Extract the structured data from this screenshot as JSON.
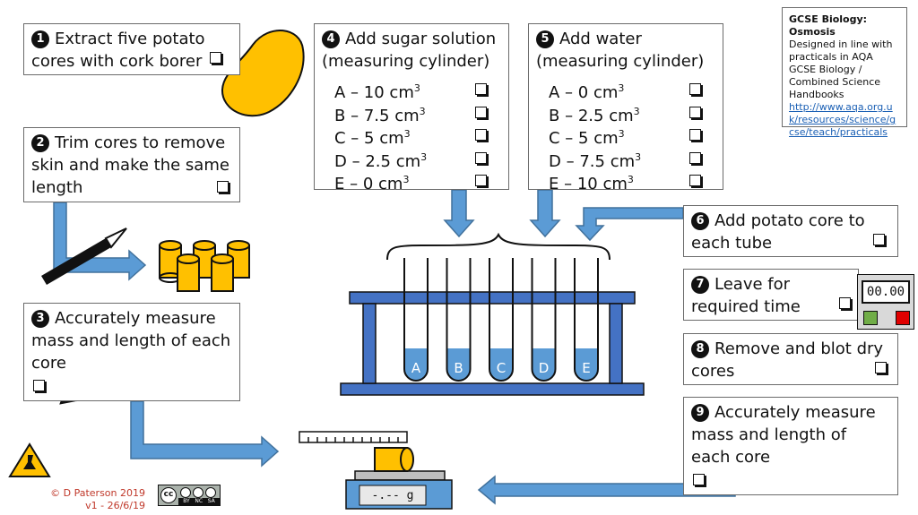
{
  "steps": {
    "s1": {
      "num": "1",
      "text": "Extract five potato cores with cork borer"
    },
    "s2": {
      "num": "2",
      "text": "Trim cores to remove skin and make the same length"
    },
    "s3": {
      "num": "3",
      "text": "Accurately measure mass and length of each core"
    },
    "s4": {
      "num": "4",
      "title": "Add sugar solution (measuring cylinder)",
      "rows": [
        {
          "letter": "A",
          "amount": "10",
          "unit": "cm",
          "sup": "3"
        },
        {
          "letter": "B",
          "amount": "7.5",
          "unit": "cm",
          "sup": "3"
        },
        {
          "letter": "C",
          "amount": "5",
          "unit": "cm",
          "sup": "3"
        },
        {
          "letter": "D",
          "amount": "2.5",
          "unit": "cm",
          "sup": "3"
        },
        {
          "letter": "E",
          "amount": "0",
          "unit": "cm",
          "sup": "3"
        }
      ]
    },
    "s5": {
      "num": "5",
      "title": "Add water (measuring cylinder)",
      "rows": [
        {
          "letter": "A",
          "amount": "0",
          "unit": "cm",
          "sup": "3"
        },
        {
          "letter": "B",
          "amount": "2.5",
          "unit": "cm",
          "sup": "3"
        },
        {
          "letter": "C",
          "amount": "5",
          "unit": "cm",
          "sup": "3"
        },
        {
          "letter": "D",
          "amount": "7.5",
          "unit": "cm",
          "sup": "3"
        },
        {
          "letter": "E",
          "amount": "10",
          "unit": "cm",
          "sup": "3"
        }
      ]
    },
    "s6": {
      "num": "6",
      "text": "Add potato core to each tube"
    },
    "s7": {
      "num": "7",
      "text": "Leave for required time"
    },
    "s8": {
      "num": "8",
      "text": "Remove and blot dry cores"
    },
    "s9": {
      "num": "9",
      "text": "Accurately measure mass and length of each core"
    }
  },
  "info": {
    "title": "GCSE Biology: Osmosis",
    "body": "Designed in line with practicals in AQA GCSE Biology / Combined Science Handbooks",
    "link": "http://www.aqa.org.uk/resources/science/gcse/teach/practicals"
  },
  "timer": {
    "display": "00.00"
  },
  "balance": {
    "display": "-.-- g"
  },
  "tubes": [
    "A",
    "B",
    "C",
    "D",
    "E"
  ],
  "credit": {
    "author": "© D Paterson 2019",
    "version": "v1 -  26/6/19"
  },
  "license": {
    "cc": "cc",
    "badges": "BY   NC   SA"
  },
  "colors": {
    "arrow": "#5b9bd5",
    "arrow_stroke": "#41719c",
    "rack": "#4472c4",
    "potato": "#ffc000",
    "liquid": "#5b9bd5"
  },
  "icons": [
    "potato-icon",
    "knife-icon",
    "pencil-icon",
    "timer-icon",
    "balance-icon",
    "hazard-icon",
    "cc-license-icon"
  ]
}
